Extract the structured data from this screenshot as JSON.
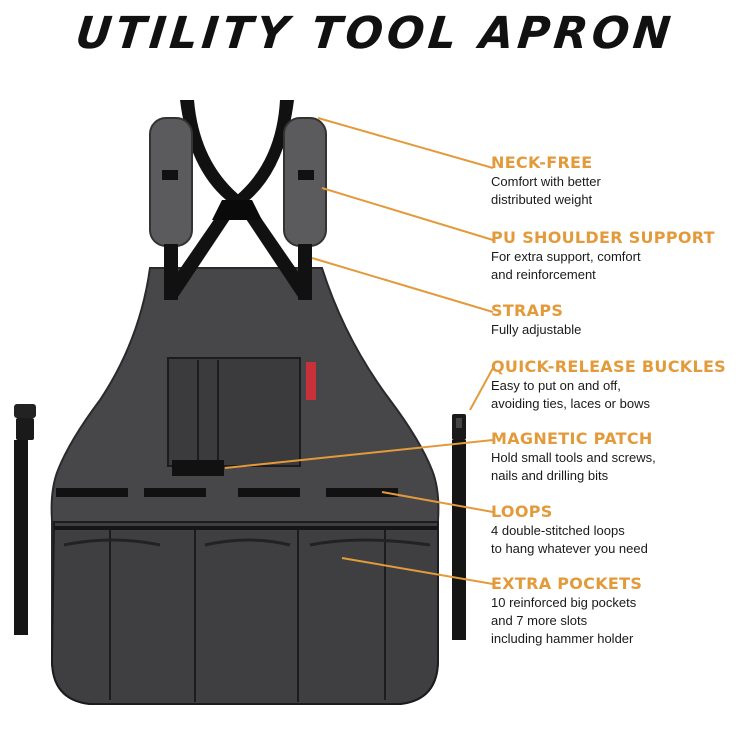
{
  "title": "UTILITY TOOL APRON",
  "colors": {
    "accent": "#e39a3b",
    "apron": "#47474a",
    "strap": "#111111",
    "shoulder_pad": "#5b5b5e",
    "label_tag": "#c8313a"
  },
  "features": [
    {
      "heading": "NECK-FREE",
      "lines": [
        "Comfort with better",
        "distributed weight"
      ]
    },
    {
      "heading": "PU SHOULDER SUPPORT",
      "lines": [
        "For extra support, comfort",
        "and reinforcement"
      ]
    },
    {
      "heading": "STRAPS",
      "lines": [
        "Fully adjustable"
      ]
    },
    {
      "heading": "QUICK-RELEASE BUCKLES",
      "lines": [
        "Easy to put on and off,",
        "avoiding ties, laces or bows"
      ]
    },
    {
      "heading": "MAGNETIC PATCH",
      "lines": [
        "Hold small tools and screws,",
        "nails and drilling bits"
      ]
    },
    {
      "heading": "LOOPS",
      "lines": [
        "4 double-stitched loops",
        "to hang whatever you need"
      ]
    },
    {
      "heading": "EXTRA POCKETS",
      "lines": [
        "10 reinforced big pockets",
        "and 7 more slots",
        "including hammer holder"
      ]
    }
  ]
}
